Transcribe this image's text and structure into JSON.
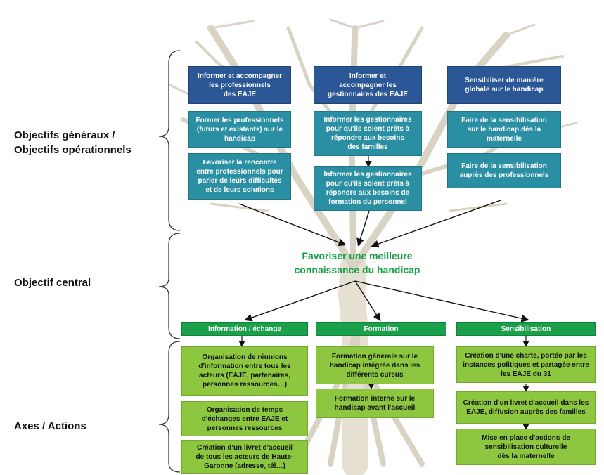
{
  "side_labels": {
    "objectifs_generaux": [
      "Objectifs généraux /",
      "Objectifs opérationnels"
    ],
    "objectif_central": "Objectif central",
    "axes_actions": "Axes / Actions"
  },
  "central_objective": [
    "Favoriser une meilleure",
    "connaissance du handicap"
  ],
  "general_objectives": [
    {
      "title": [
        "Informer et accompagner",
        "les professionnels",
        "des EAJE"
      ],
      "operational": [
        [
          "Former les professionnels",
          "(futurs et existants) sur le",
          "handicap"
        ],
        [
          "Favoriser la rencontre",
          "entre professionnels pour",
          "parler de leurs difficultés",
          "et de leurs solutions"
        ]
      ]
    },
    {
      "title": [
        "Informer et",
        "accompagner les",
        "gestionnaires des EAJE"
      ],
      "operational": [
        [
          "Informer les gestionnaires",
          "pour qu'ils soient prêts à",
          "répondre aux besoins",
          "des familles"
        ],
        [
          "Informer les gestionnaires",
          "pour qu'ils soient prêts à",
          "répondre aux besoins de",
          "formation du personnel"
        ]
      ]
    },
    {
      "title": [
        "Sensibiliser de manière",
        "globale sur le handicap"
      ],
      "operational": [
        [
          "Faire de la sensibilisation",
          "sur le handicap dès la",
          "maternelle"
        ],
        [
          "Faire de la sensibilisation",
          "auprès des professionnels"
        ]
      ]
    }
  ],
  "axes": [
    {
      "header": "Information / échange",
      "actions": [
        [
          "Organisation de réunions",
          "d'information entre tous les",
          "acteurs (EAJE, partenaires,",
          "personnes ressources…)"
        ],
        [
          "Organisation de temps",
          "d'échanges entre EAJE et",
          "personnes ressources"
        ],
        [
          "Création d'un livret d'accueil",
          "de tous les acteurs de Haute-",
          "Garonne (adresse, tél…)"
        ]
      ]
    },
    {
      "header": "Formation",
      "actions": [
        [
          "Formation générale sur le",
          "handicap intégrée dans les",
          "différents cursus"
        ],
        [
          "Formation interne sur le",
          "handicap avant l'accueil"
        ]
      ]
    },
    {
      "header": "Sensibilisation",
      "actions": [
        [
          "Création d'une charte, portée par les",
          "instances politiques et partagée entre",
          "les EAJE du 31"
        ],
        [
          "Création d'un livret d'accueil dans les",
          "EAJE, diffusion auprès des familles"
        ],
        [
          "Mise en place d'actions de",
          "sensibilisation culturelle",
          "dès la maternelle"
        ]
      ]
    }
  ],
  "colors": {
    "general_objective": "#2b5797",
    "operational_objective": "#2a8fa3",
    "axis_header": "#1aa04a",
    "action": "#8dc63f",
    "central_text": "#1aa04a"
  }
}
